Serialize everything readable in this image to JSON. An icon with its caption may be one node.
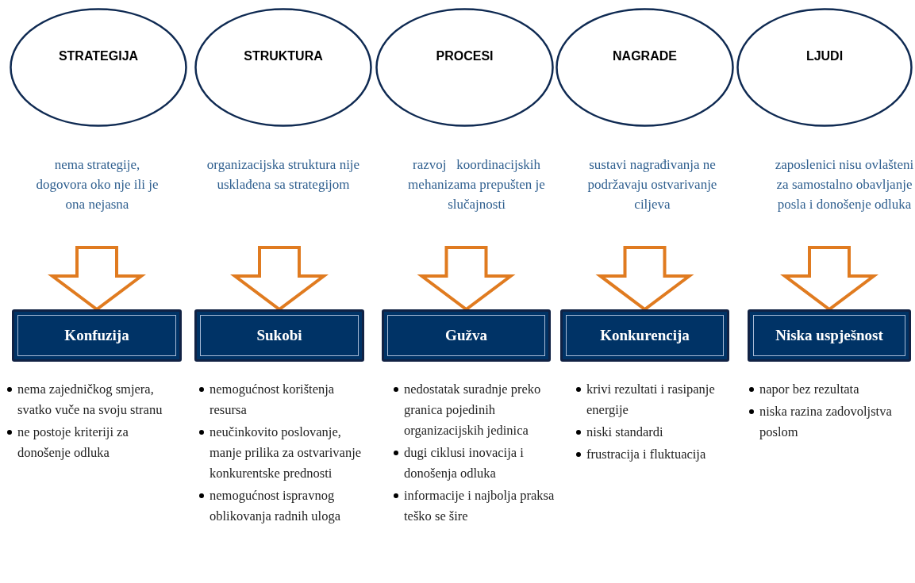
{
  "diagram": {
    "nodes": [
      {
        "text": [
          "STRATEGIJA"
        ]
      },
      {
        "text": [
          "STRUKTURA"
        ]
      },
      {
        "text": [
          "PROCESI"
        ]
      },
      {
        "text": [
          "NAGRADE"
        ]
      },
      {
        "text": [
          "LJUDI"
        ]
      },
      {
        "text": [
          "nema strategije, dogovora oko nje ili je ona nejasna"
        ]
      },
      {
        "text": [
          "organizacijska struktura nije usklađena sa strategijom"
        ]
      },
      {
        "text": [
          "razvoj   koordinacijskih mehanizama prepušten je slučajnosti"
        ]
      },
      {
        "text": [
          "sustavi nagrađivanja ne podržavaju ostvarivanje ciljeva"
        ]
      },
      {
        "text": [
          "zaposlenici nisu ovlašteni za samostalno obavljanje posla i donošenje odluka"
        ]
      },
      {
        "text": [
          "Konfuzija"
        ],
        "beside": [
          "nema zajedničkog smjera, svatko vuče na svoju stranu",
          "ne postoje kriteriji za donošenje odluka"
        ]
      },
      {
        "text": [
          "Sukobi"
        ],
        "beside": [
          "nemogućnost korištenja resursa",
          "neučinkovito poslovanje, manje prilika za ostvarivanje konkurentske prednosti",
          "nemogućnost ispravnog oblikovanja radnih uloga"
        ]
      },
      {
        "text": [
          "Gužva"
        ],
        "beside": [
          "nedostatak suradnje preko granica pojedinih organizacijskih jedinica",
          "dugi ciklusi inovacija i donošenja odluka",
          "informacije i najbolja praksa teško se šire"
        ]
      },
      {
        "text": [
          "Konkurencija"
        ],
        "beside": [
          "krivi rezultati i rasipanje energije",
          "niski standardi",
          "frustracija i fluktuacija"
        ]
      },
      {
        "text": [
          "Niska uspješnost"
        ],
        "beside": [
          "napor bez rezultata",
          "niska razina zadovoljstva poslom"
        ]
      }
    ],
    "edges": [
      {
        "from": 5,
        "to": 10,
        "arrow": "to"
      },
      {
        "from": 6,
        "to": 11,
        "arrow": "to"
      },
      {
        "from": 7,
        "to": 12,
        "arrow": "to"
      },
      {
        "from": 8,
        "to": 13,
        "arrow": "to"
      },
      {
        "from": 9,
        "to": 14,
        "arrow": "to"
      }
    ]
  }
}
